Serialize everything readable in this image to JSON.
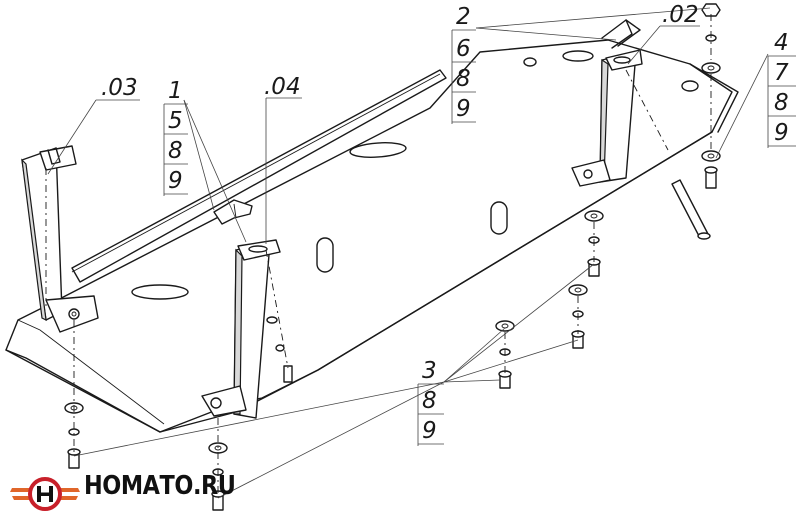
{
  "callouts": {
    "label_03": ".03",
    "label_04": ".04",
    "label_02": ".02",
    "group_left": [
      "1",
      "5",
      "8",
      "9"
    ],
    "group_top": [
      "2",
      "6",
      "8",
      "9"
    ],
    "group_right": [
      "4",
      "7",
      "8",
      "9"
    ],
    "group_bottom": [
      "3",
      "8",
      "9"
    ]
  },
  "logo": {
    "text": "НОМАТО.RU",
    "colors": {
      "ring": "#c8202a",
      "wing": "#e0662a",
      "text": "#111111"
    }
  }
}
